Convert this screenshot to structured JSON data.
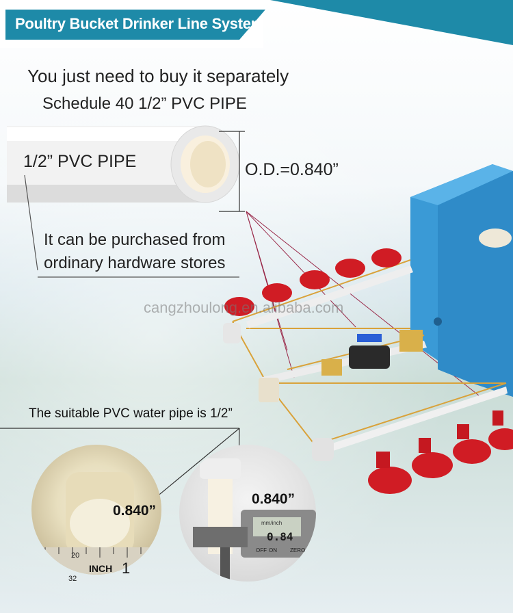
{
  "title": "Poultry Bucket Drinker Line System",
  "headline": {
    "line1": "You just need to buy it separately",
    "line2": "Schedule 40 1/2”  PVC PIPE"
  },
  "pipe": {
    "label": "1/2”  PVC PIPE",
    "od_label": "O.D.=0.840”"
  },
  "note": {
    "line1": "It can be purchased from",
    "line2": "ordinary hardware stores"
  },
  "watermark": "cangzhoulong.en.alibaba.com",
  "suitable_text": "The suitable PVC water pipe is 1/2”",
  "measurements": {
    "left": "0.840”",
    "right": "0.840”"
  },
  "caliper": {
    "reading": "0.84",
    "unit": "mm/inch",
    "buttons": [
      "OFF",
      "ON",
      "ZERO"
    ]
  },
  "ruler": {
    "inch_label": "INCH",
    "inch_number": "1",
    "mark_top": "20",
    "mark_bottom": "32"
  },
  "colors": {
    "banner": "#1e8aa8",
    "bucket": "#3a9ad6",
    "cup": "#d01c24",
    "guide_line": "#d9a23a"
  }
}
